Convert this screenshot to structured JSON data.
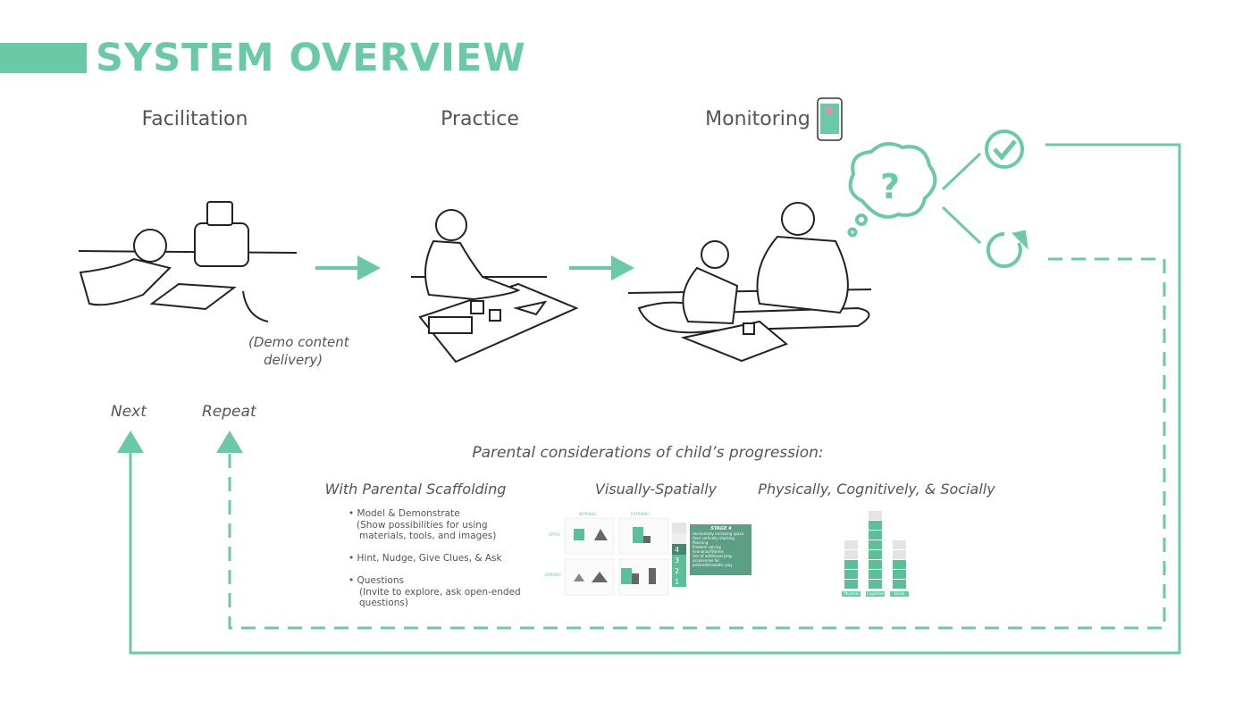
{
  "title": "SYSTEM OVERVIEW",
  "stages": [
    {
      "label": "Facilitation"
    },
    {
      "label": "Practice"
    },
    {
      "label": "Monitoring"
    }
  ],
  "annotation": {
    "line1": "(Demo content",
    "line2": "delivery)"
  },
  "loop": {
    "next": "Next",
    "repeat": "Repeat"
  },
  "considerations": {
    "heading": "Parental considerations of child’s progression:",
    "columns": [
      {
        "title": "With Parental Scaffolding"
      },
      {
        "title": "Visually-Spatially"
      },
      {
        "title": "Physically, Cognitively, & Socially"
      }
    ],
    "bullets": [
      {
        "main": "• Model & Demonstrate",
        "detail1": "(Show possibilities for using",
        "detail2": "materials, tools, and images)"
      },
      {
        "main": "• Hint, Nudge, Give Clues, & Ask"
      },
      {
        "main": "• Questions",
        "detail1": "(Invite to explore, ask open-ended",
        "detail2": "questions)"
      }
    ],
    "spatial": {
      "col_intrinsic": "INTRINSIC",
      "col_extrinsic": "EXTRINSIC",
      "row_static": "STATIC",
      "row_dynamic": "DYNAMIC",
      "stage_title": "STAGE 4",
      "stage_items": [
        "Horizontally enclosing space then vertically stacking",
        "Planning",
        "Problem solving",
        "Scenarios/Stories",
        "Use of additional prop accessories for pretend/dramatic play"
      ],
      "levels": [
        "4",
        "3",
        "2",
        "1"
      ]
    },
    "bars": [
      {
        "label": "Physical",
        "filled": 3,
        "total": 5
      },
      {
        "label": "Cognitive",
        "filled": 7,
        "total": 8
      },
      {
        "label": "Social",
        "filled": 3,
        "total": 5
      }
    ]
  },
  "colors": {
    "accent": "#6cc9a8",
    "text": "#555555",
    "dark_accent": "#4e9a80"
  }
}
